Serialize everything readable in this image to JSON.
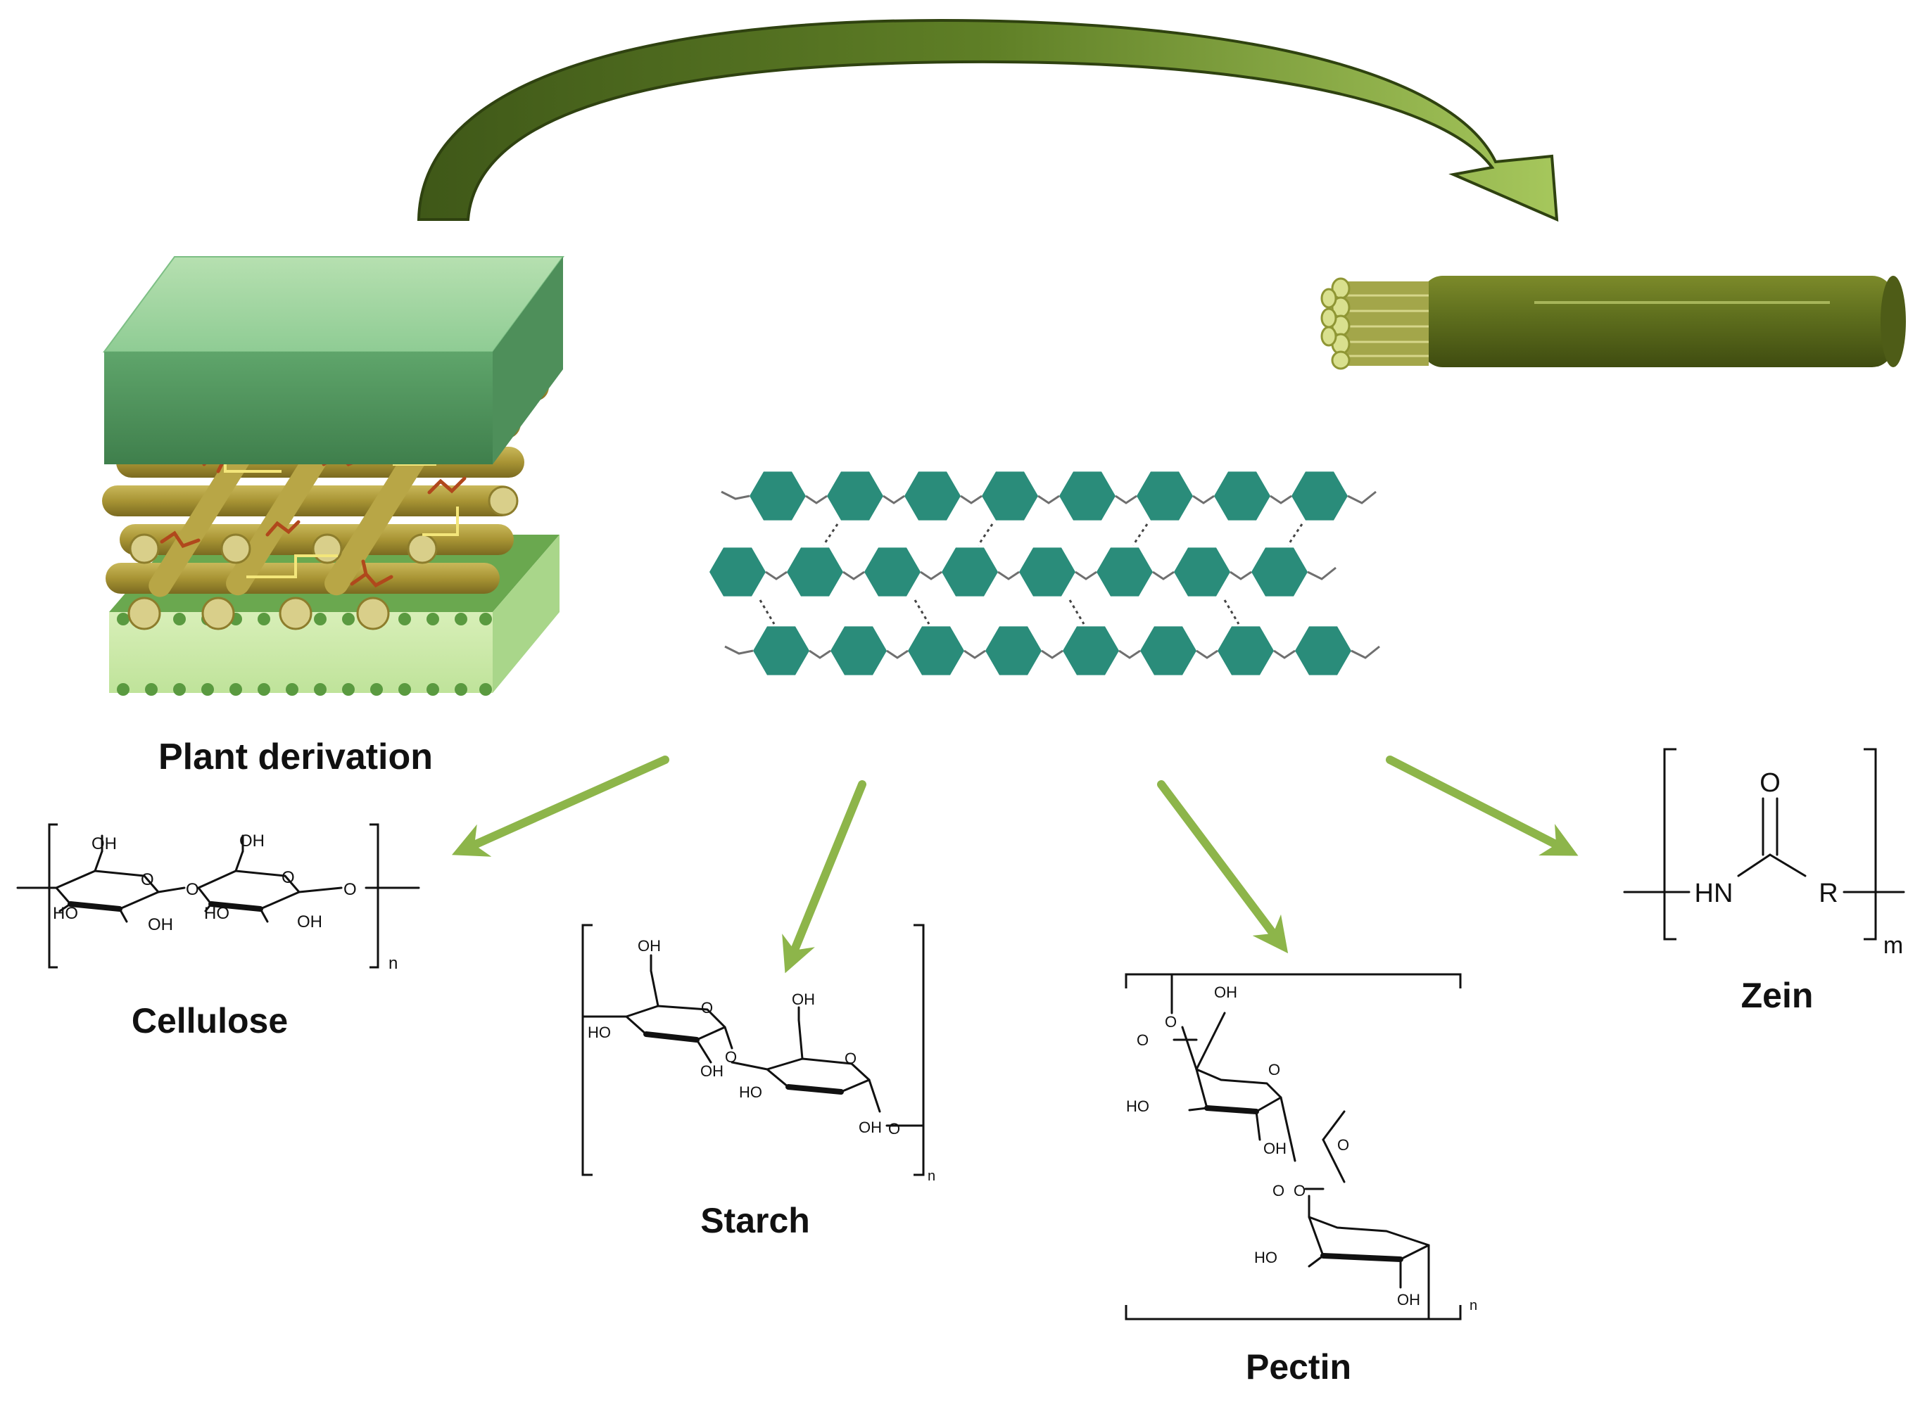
{
  "labels": {
    "plant_derivation": "Plant derivation",
    "cellulose": "Cellulose",
    "starch": "Starch",
    "pectin": "Pectin",
    "zein": "Zein"
  },
  "chem": {
    "oh": "OH",
    "ho": "HO",
    "o": "O",
    "hn": "HN",
    "r": "R",
    "n": "n",
    "m": "m"
  },
  "colors": {
    "arrow_green": "#8db54a",
    "big_arrow_dark": "#4f6a1e",
    "big_arrow_light": "#a3c25a",
    "hexagon_teal": "#2a8c7a",
    "fiber_olive": "#6f7a22",
    "slab_green": "#5f9c68"
  }
}
